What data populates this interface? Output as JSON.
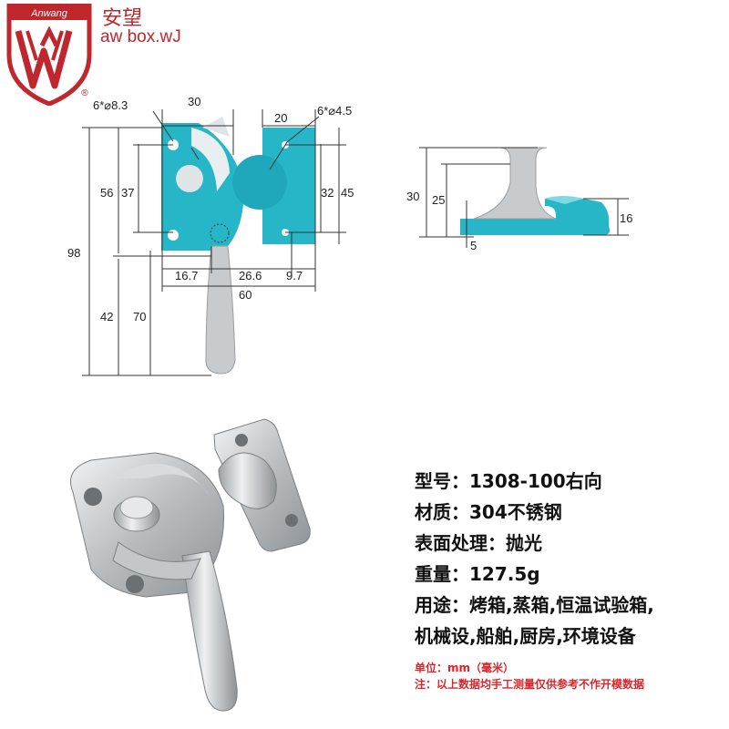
{
  "brand": {
    "logo_text": "Anwang",
    "logo_letters": "AW",
    "name_cn": "安望",
    "name_en": "aw box.wJ",
    "registered": "®"
  },
  "colors": {
    "brand_red": "#c0272d",
    "part_teal": "#27b6c8",
    "steel": "#c8cbcd",
    "note_red": "#d9262b"
  },
  "dimensions": {
    "hole_big": "6*⌀8.3",
    "hole_small": "6*⌀4.5",
    "w30": "30",
    "w20": "20",
    "h98": "98",
    "h56": "56",
    "h37": "37",
    "h42": "42",
    "h70": "70",
    "h32": "32",
    "h45": "45",
    "x16_7": "16.7",
    "x26_6": "26.6",
    "x9_7": "9.7",
    "x60": "60",
    "side30": "30",
    "side25": "25",
    "side5": "5",
    "side16": "16"
  },
  "specs": {
    "model": "型号：1308-100右向",
    "material": "材质：304不锈钢",
    "surface": "表面处理：抛光",
    "weight": "重量：127.5g",
    "usage1": "用途：烤箱,蒸箱,恒温试验箱,",
    "usage2": "机械设,船舶,厨房,环境设备"
  },
  "notes": {
    "unit": "单位：mm（毫米）",
    "disclaimer": "注：以上数据均手工测量仅供参考不作开模数据"
  }
}
